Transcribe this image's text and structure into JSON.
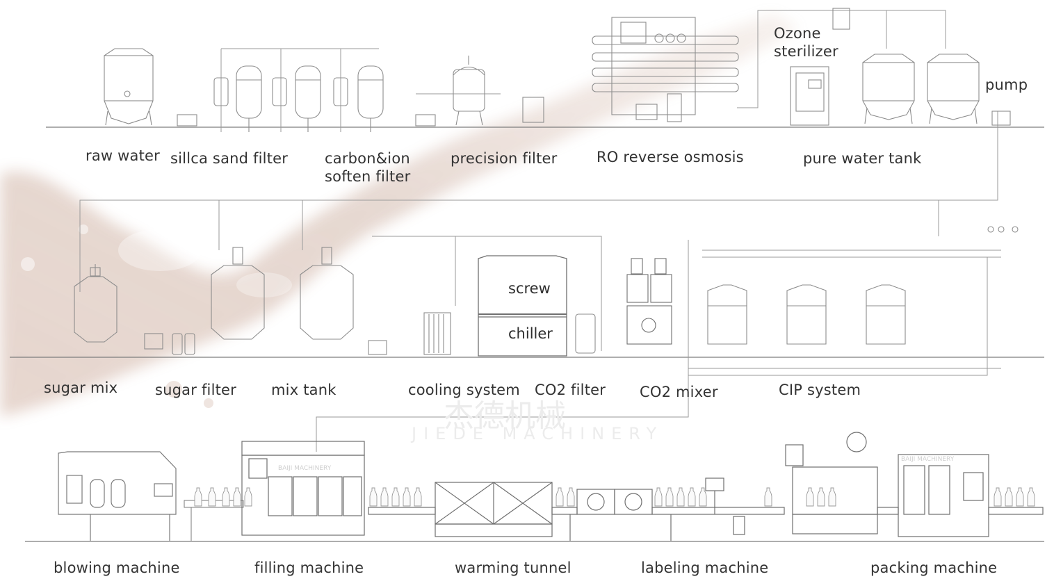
{
  "stage1": {
    "raw_water": "raw water",
    "silica_sand_filter": "sillca sand filter",
    "carbon_ion_filter_line1": "carbon&ion",
    "carbon_ion_filter_line2": "soften filter",
    "precision_filter": "precision filter",
    "ro": "RO reverse osmosis",
    "ozone_line1": "Ozone",
    "ozone_line2": "sterilizer",
    "pure_water_tank": "pure water tank",
    "pump": "pump"
  },
  "stage2": {
    "sugar_mix": "sugar mix",
    "sugar_filter": "sugar filter",
    "mix_tank": "mix tank",
    "cooling_system": "cooling system",
    "co2_filter": "CO2 filter",
    "co2_mixer": "CO2 mixer",
    "cip_system": "CIP system",
    "chiller_top": "screw",
    "chiller_bottom": "chiller"
  },
  "stage3": {
    "blowing_machine": "blowing machine",
    "filling_machine": "filling machine",
    "warming_tunnel": "warming tunnel",
    "labeling_machine": "labeling machine",
    "packing_machine": "packing machine"
  },
  "watermark": {
    "chinese": "杰德机械",
    "english": "JIEDE MACHINERY"
  },
  "brand_plate": "BAIJI MACHINERY",
  "colors": {
    "line": "#8a8a8a",
    "machine_stroke": "#9a9a9a",
    "splash": "#a26d55",
    "text": "#333333"
  }
}
